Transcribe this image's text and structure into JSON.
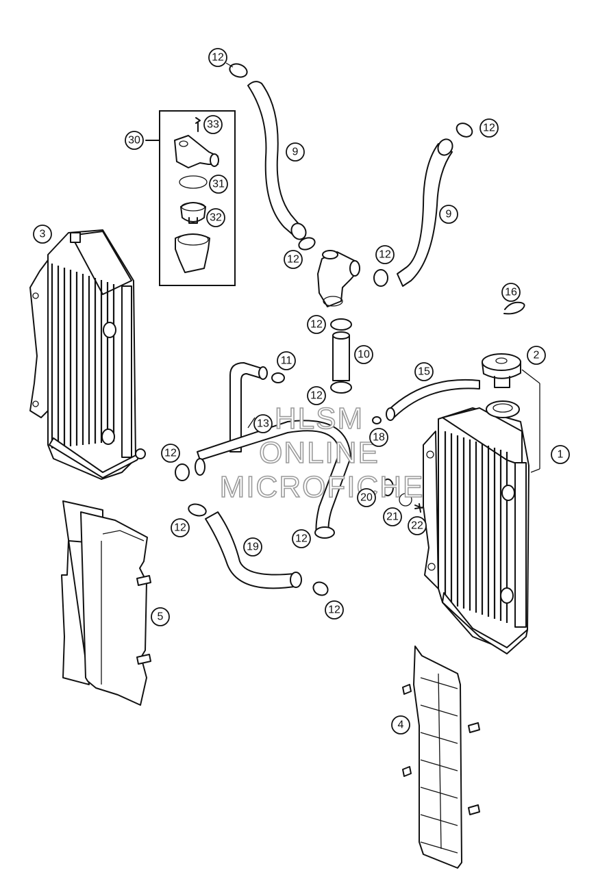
{
  "watermark": {
    "line1": "HLSM",
    "line2": "ONLINE",
    "line3": "MICROFICHE"
  },
  "callouts": [
    {
      "id": "c-12-a",
      "label": "12"
    },
    {
      "id": "c-9-a",
      "label": "9"
    },
    {
      "id": "c-33",
      "label": "33"
    },
    {
      "id": "c-30",
      "label": "30"
    },
    {
      "id": "c-31",
      "label": "31"
    },
    {
      "id": "c-32",
      "label": "32"
    },
    {
      "id": "c-3",
      "label": "3"
    },
    {
      "id": "c-12-b",
      "label": "12"
    },
    {
      "id": "c-9-b",
      "label": "9"
    },
    {
      "id": "c-12-c",
      "label": "12"
    },
    {
      "id": "c-12-d",
      "label": "12"
    },
    {
      "id": "c-16",
      "label": "16"
    },
    {
      "id": "c-12-e",
      "label": "12"
    },
    {
      "id": "c-11",
      "label": "11"
    },
    {
      "id": "c-10",
      "label": "10"
    },
    {
      "id": "c-2",
      "label": "2"
    },
    {
      "id": "c-15",
      "label": "15"
    },
    {
      "id": "c-12-f",
      "label": "12"
    },
    {
      "id": "c-13",
      "label": "13"
    },
    {
      "id": "c-18",
      "label": "18"
    },
    {
      "id": "c-1",
      "label": "1"
    },
    {
      "id": "c-12-g",
      "label": "12"
    },
    {
      "id": "c-20",
      "label": "20"
    },
    {
      "id": "c-21",
      "label": "21"
    },
    {
      "id": "c-22",
      "label": "22"
    },
    {
      "id": "c-12-h",
      "label": "12"
    },
    {
      "id": "c-19",
      "label": "19"
    },
    {
      "id": "c-12-i",
      "label": "12"
    },
    {
      "id": "c-12-j",
      "label": "12"
    },
    {
      "id": "c-5",
      "label": "5"
    },
    {
      "id": "c-4",
      "label": "4"
    }
  ]
}
